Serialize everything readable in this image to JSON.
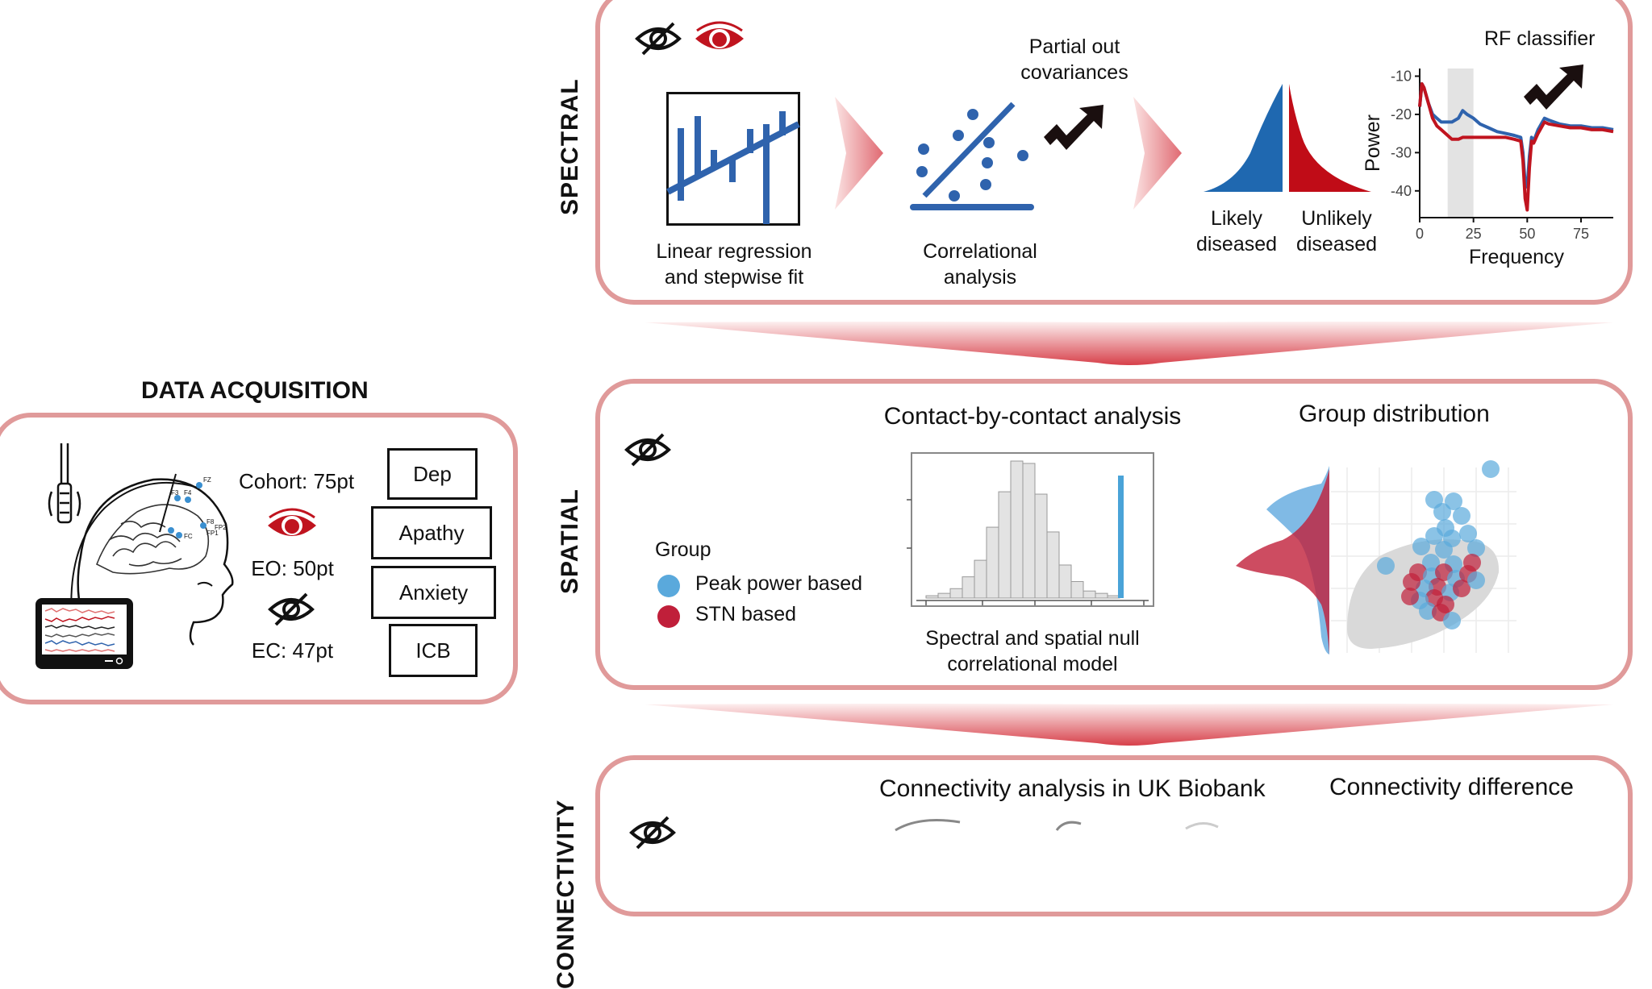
{
  "colors": {
    "panel_border": "#e09a9a",
    "red": "#c0141f",
    "blue": "#2f63ad",
    "light_blue": "#5aa9dc",
    "crimson": "#c01f3a"
  },
  "acquisition": {
    "title": "DATA ACQUISITION",
    "cohort": "Cohort: 75pt",
    "eo": "EO: 50pt",
    "ec": "EC: 47pt",
    "scores": [
      "Dep",
      "Apathy",
      "Anxiety",
      "ICB"
    ],
    "electrode_labels": [
      "FZ",
      "F3",
      "F4",
      "F8",
      "FP1",
      "FP2",
      "FC"
    ]
  },
  "spectral": {
    "label": "SPECTRAL",
    "linreg": "Linear regression\nand stepwise fit",
    "partial": "Partial out\ncovariances",
    "correl": "Correlational\nanalysis",
    "likely": "Likely\ndiseased",
    "unlikely": "Unlikely\ndiseased",
    "rf": "RF classifier",
    "ylabel": "Power",
    "xlabel": "Frequency",
    "yticks": [
      "-10",
      "-20",
      "-30",
      "-40"
    ],
    "xticks": [
      "0",
      "25",
      "50",
      "75"
    ]
  },
  "spatial": {
    "label": "SPATIAL",
    "contact_title": "Contact-by-contact analysis",
    "group_title": "Group distribution",
    "legend_title": "Group",
    "legend": [
      {
        "name": "Peak power based",
        "color": "#5aa9dc"
      },
      {
        "name": "STN based",
        "color": "#c01f3a"
      }
    ],
    "null_caption": "Spectral and spatial null\ncorrelational model",
    "histogram_counts": [
      1,
      2,
      4,
      9,
      16,
      30,
      45,
      58,
      57,
      44,
      28,
      14,
      7,
      3,
      2,
      1
    ]
  },
  "connectivity": {
    "label": "CONNECTIVITY",
    "title": "Connectivity analysis in UK Biobank",
    "diff_title": "Connectivity difference"
  },
  "chart_data": {
    "type": "line",
    "title": "RF classifier",
    "xlabel": "Frequency",
    "ylabel": "Power",
    "xlim": [
      0,
      90
    ],
    "ylim": [
      -47,
      -8
    ],
    "shaded_band": [
      13,
      25
    ],
    "series": [
      {
        "color": "#2f63ad",
        "x": [
          0,
          1,
          2,
          4,
          6,
          8,
          10,
          12,
          15,
          18,
          20,
          22,
          25,
          28,
          32,
          36,
          40,
          44,
          47,
          48,
          49,
          50,
          51,
          52,
          53,
          55,
          58,
          60,
          65,
          70,
          75,
          80,
          85,
          90
        ],
        "y": [
          -18,
          -12,
          -13,
          -17,
          -20,
          -21,
          -22,
          -22,
          -22,
          -21,
          -19,
          -20,
          -21,
          -22.5,
          -23.5,
          -24.5,
          -25,
          -25.5,
          -26,
          -30,
          -38,
          -39,
          -31,
          -26,
          -27,
          -24,
          -21,
          -21.5,
          -22.5,
          -23,
          -23,
          -23.5,
          -23.5,
          -24
        ]
      },
      {
        "color": "#c0141f",
        "x": [
          0,
          1,
          2,
          4,
          6,
          8,
          10,
          12,
          15,
          18,
          20,
          22,
          25,
          28,
          32,
          36,
          40,
          44,
          47,
          48,
          49,
          50,
          51,
          52,
          53,
          55,
          58,
          60,
          65,
          70,
          75,
          80,
          85,
          90
        ],
        "y": [
          -18,
          -12,
          -13,
          -17,
          -21,
          -23,
          -24,
          -25,
          -26.5,
          -26.5,
          -26,
          -26,
          -26,
          -26,
          -26,
          -26,
          -26,
          -26.5,
          -27,
          -32,
          -42,
          -45,
          -34,
          -27,
          -27.5,
          -25,
          -22,
          -22.5,
          -23,
          -23.5,
          -23.5,
          -24,
          -24,
          -24.5
        ]
      }
    ]
  }
}
